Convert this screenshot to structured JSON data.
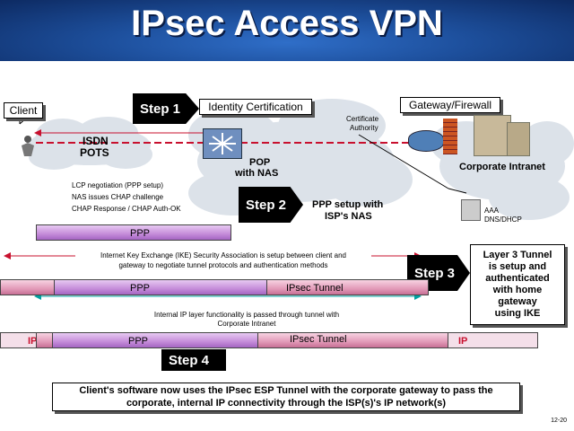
{
  "title": "IPsec Access VPN",
  "labels": {
    "client": "Client",
    "step1": "Step 1",
    "identity_cert": "Identity Certification",
    "gateway_firewall": "Gateway/Firewall",
    "certificate_authority_1": "Certificate",
    "certificate_authority_2": "Authority",
    "isdn": "ISDN",
    "pots": "POTS",
    "pop_1": "POP",
    "pop_2": "with NAS",
    "corporate_intranet": "Corporate Intranet",
    "lcp_1": "LCP negotiation (PPP setup)",
    "lcp_2": "NAS issues CHAP challenge",
    "lcp_3": "CHAP Response / CHAP Auth-OK",
    "step2": "Step 2",
    "ppp_setup_1": "PPP setup with",
    "ppp_setup_2": "ISP's NAS",
    "aaa_1": "AAA",
    "aaa_2": "DNS/DHCP",
    "ppp_a": "PPP",
    "ike_1": "Internet Key Exchange (IKE) Security Association is setup between client and",
    "ike_2": "gateway to negotiate tunnel protocols and authentication methods",
    "step3": "Step 3",
    "layer3_1": "Layer 3 Tunnel",
    "layer3_2": "is setup and",
    "layer3_3": "authenticated",
    "layer3_4": "with home",
    "layer3_5": "gateway",
    "layer3_6": "using IKE",
    "ppp_b": "PPP",
    "ipsec_tunnel_a": "IPsec Tunnel",
    "ip_layer_1": "Internal IP layer functionality is passed through tunnel with",
    "ip_layer_2": "Corporate Intranet",
    "ip_left": "IP",
    "ppp_c": "PPP",
    "ipsec_tunnel_b": "IPsec Tunnel",
    "ip_right": "IP",
    "step4": "Step 4",
    "footer_1": "Client's software now uses the IPsec ESP Tunnel with the corporate gateway to pass the",
    "footer_2": "corporate, internal IP connectivity through the ISP(s)'s IP network(s)",
    "page_number": "12-20"
  },
  "colors": {
    "header_blue": "#1d4f9c",
    "ppp_purple": "#c58cd9",
    "tunnel_pink": "#e29ab8",
    "arrow_red": "#c8102e",
    "arrow_teal": "#00a0a0",
    "dashed_purple": "#7a3aa0"
  }
}
